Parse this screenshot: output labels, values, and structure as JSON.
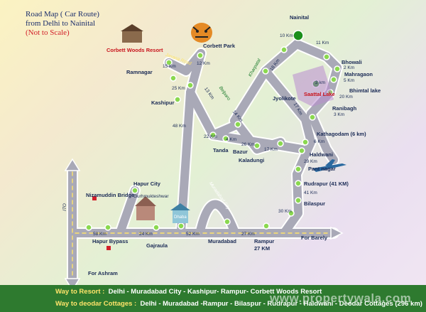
{
  "title": {
    "line1": "Road Map ( Car Route)",
    "line2": "from Delhi to Nainital",
    "line3": "(Not to Scale)"
  },
  "places": {
    "corbett_woods": "Corbett Woods Resort",
    "corbett_park": "Corbett Park",
    "ramnagar": "Ramnagar",
    "kashipur": "Kashipur",
    "tanda": "Tanda",
    "bazur": "Bazur",
    "kaladungi": "Kaladungi",
    "jyolikote": "Jyolikote",
    "nainital": "Nainital",
    "bhowali": "Bhowali",
    "mahragaon": "Mahragaon",
    "bhimtal": "Bhimtal lake",
    "saattal": "Saattal Lake",
    "ranibagh": "Ranibagh",
    "kathagodam": "Kathagodam (6 km)",
    "haldwani": "Haldwani",
    "pantnagar": "Pant nagar",
    "rudrapur": "Rudrapur (41 KM)",
    "bilaspur": "Bilaspur",
    "for_barely": "For Barely",
    "rampur": "Rampur",
    "rampur_km": "27 KM",
    "muradabad": "Muradabad",
    "gajraula": "Gajraula",
    "hapur_bypass": "Hapur Bypass",
    "hapur_city": "Hapur City",
    "garhmukteshwar": "Gurhmukteshwar",
    "nizamuddin": "Nizamuddin Bridge",
    "for_ashram": "For Ashram",
    "dhaba": "Dhaba"
  },
  "roads": {
    "jasana": "Jasana Road",
    "belparo": "Belparo",
    "kharpatal": "Kharpatal",
    "ito": "ITO",
    "muradabad_city": "Muradabad City"
  },
  "distances": {
    "d15": "15 Km",
    "d12": "12 Km",
    "d25": "25 Km",
    "d13": "13 Km",
    "d48": "48 Km",
    "d22": "22 Km",
    "d4": "4 Km",
    "d26": "26 Km",
    "d17a": "17 Km",
    "d14": "14 Km",
    "d18": "18 Km",
    "d10": "10 Km",
    "d11": "11 Km",
    "d2": "2 Km",
    "d5": "5 Km",
    "d20": "20 Km",
    "d2b": "2 km",
    "d17b": "17 Km",
    "d3": "3 Km",
    "d6": "6 Km",
    "d29": "29 Km",
    "d41": "41 Km",
    "d30": "30 Km",
    "d58": "58 Km",
    "d24": "24 Km",
    "d52": "52 Km",
    "d27": "27 Km"
  },
  "routes": {
    "resort_label": "Way to Resort :",
    "resort_path": "Delhi - Muradabad City - Kashipur- Rampur- Corbett Woods Resort",
    "cottage_label": "Way to deodar Cottages :",
    "cottage_path": "Delhi - Muradabad -Rampur - Bilaspur - Rudrapur - Haldwani - Deodar Cottages (296 km)"
  },
  "watermark": "www.propertywala.com",
  "colors": {
    "road": "#a9a9b7",
    "road_edge": "#ffffff",
    "node": "#7fd14a",
    "node_big": "#1b8f1b",
    "route_bar": "#2e7a2f",
    "title": "#1a2d6b",
    "accent_red": "#d2202a"
  }
}
